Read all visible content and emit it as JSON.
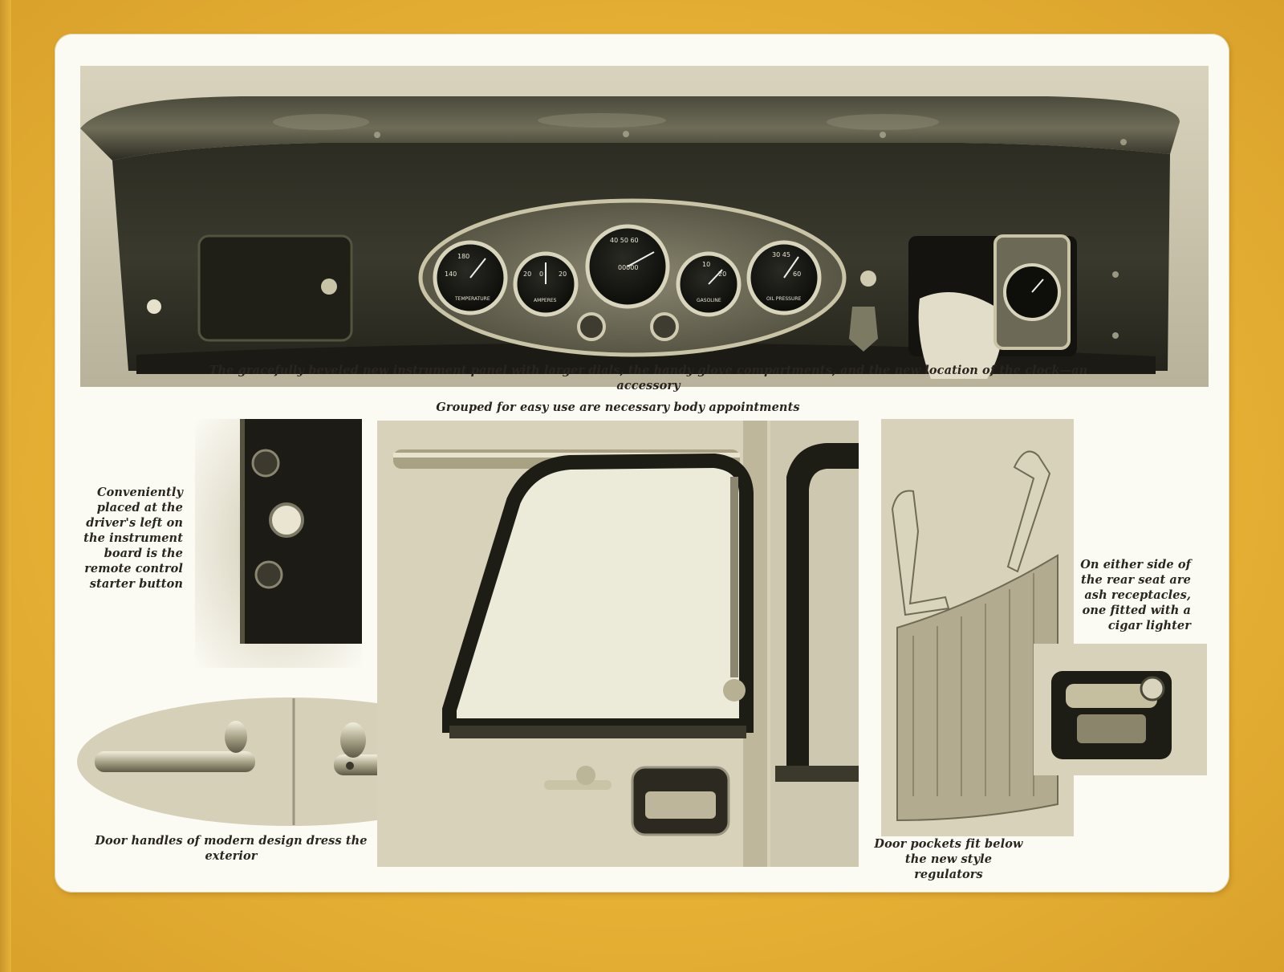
{
  "captions": {
    "instrument_panel": "The gracefully beveled new instrument panel with larger dials, the handy glove compartments, and the new location of the clock—an accessory",
    "body_appointments": "Grouped for easy use are necessary body appointments",
    "starter_button": "Conveniently placed at the driver's left on the instrument board is the remote control starter button",
    "door_handles": "Door handles of modern design dress the exterior",
    "ash_receptacles": "On either side of the rear seat are ash receptacles, one fitted with a cigar lighter",
    "door_pockets": "Door pockets fit below the new style regulators"
  },
  "gauges": {
    "temperature": "TEMPERATURE",
    "amperes": "AMPERES",
    "gasoline": "GASOLINE",
    "oil_pressure": "OIL PRESSURE"
  },
  "colors": {
    "page_border": "#e7b43a",
    "sheet": "#fbfaf3",
    "photo_dark": "#1e1d16",
    "photo_light": "#d8d2bd"
  }
}
